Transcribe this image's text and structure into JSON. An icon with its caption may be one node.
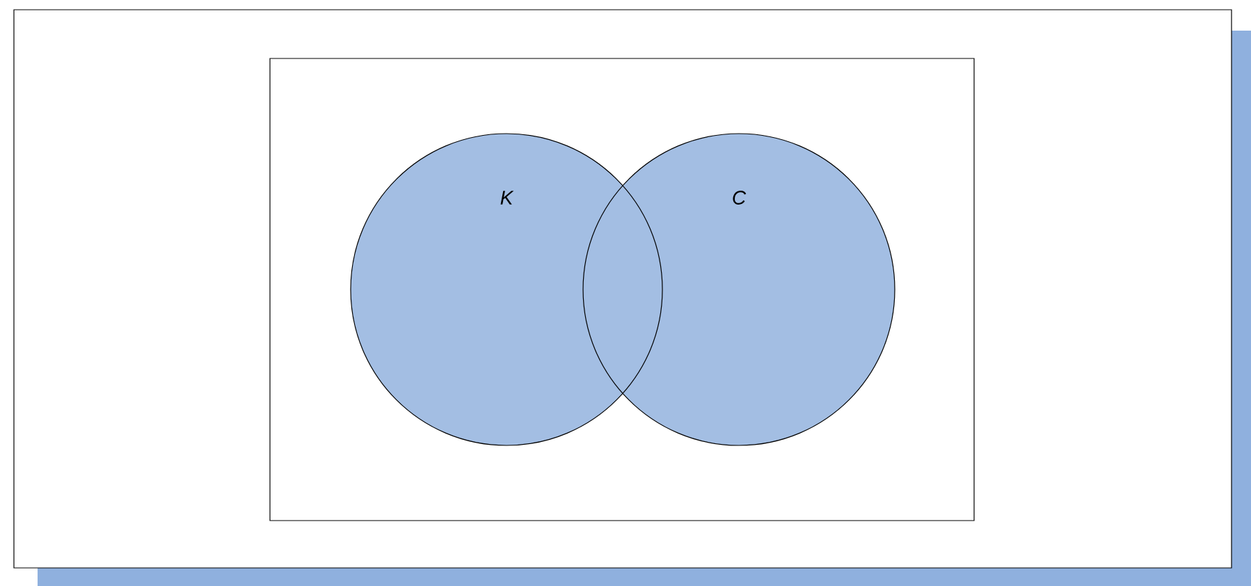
{
  "diagram": {
    "nodes": [
      {
        "text": [],
        "shape": "box"
      },
      {
        "text": [
          "K"
        ],
        "in": 0
      },
      {
        "text": [
          "C"
        ],
        "in": 0
      }
    ]
  }
}
